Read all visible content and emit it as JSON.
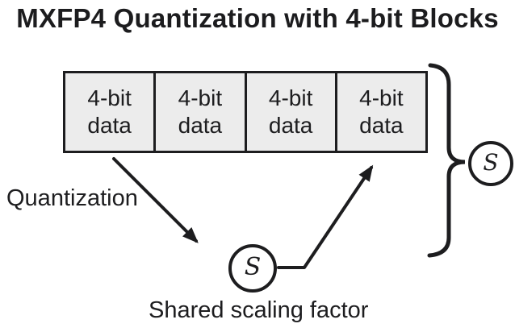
{
  "title": "MXFP4 Quantization with 4-bit Blocks",
  "block_row": {
    "cells": [
      {
        "label": "4-bit data"
      },
      {
        "label": "4-bit data"
      },
      {
        "label": "4-bit data"
      },
      {
        "label": "4-bit data"
      }
    ]
  },
  "labels": {
    "quantization": "Quantization",
    "shared_scaling": "Shared scaling factor"
  },
  "scaling_factor": {
    "symbol": "S"
  },
  "colors": {
    "ink": "#1d1d1f",
    "block_fill": "#ececec",
    "background": "#ffffff"
  }
}
